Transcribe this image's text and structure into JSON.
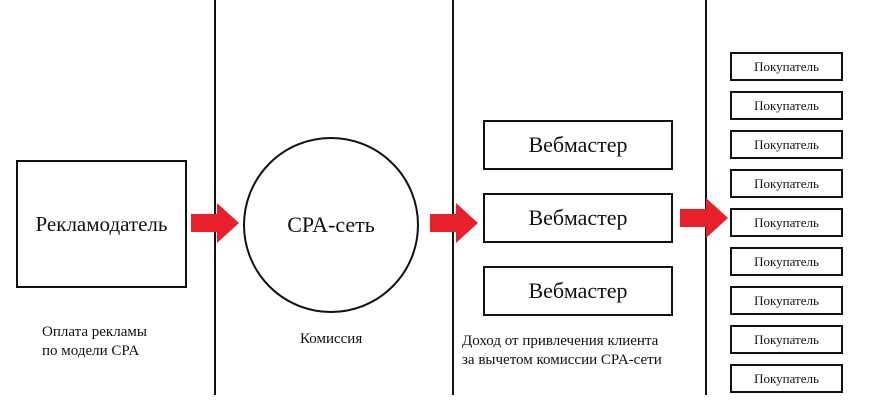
{
  "advertiser": {
    "label": "Рекламодатель",
    "caption_line1": "Оплата рекламы",
    "caption_line2": "по модели CPA"
  },
  "network": {
    "label": "CPA-сеть",
    "caption": "Комиссия"
  },
  "webmasters": {
    "items": [
      "Вебмастер",
      "Вебмастер",
      "Вебмастер"
    ],
    "caption_line1": "Доход от привлечения клиента",
    "caption_line2": "за вычетом комиссии CPA-сети"
  },
  "buyers": {
    "items": [
      "Покупатель",
      "Покупатель",
      "Покупатель",
      "Покупатель",
      "Покупатель",
      "Покупатель",
      "Покупатель",
      "Покупатель",
      "Покупатель"
    ]
  },
  "colors": {
    "arrow": "#e8202a"
  }
}
